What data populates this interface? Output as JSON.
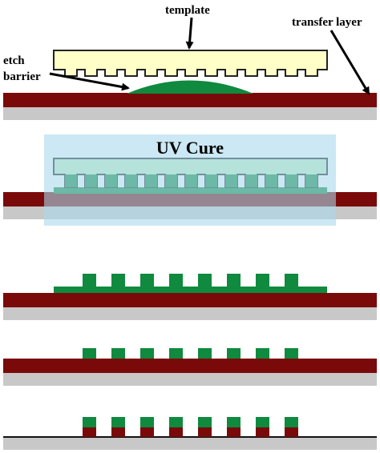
{
  "labels": {
    "template": "template",
    "etch_barrier_line1": "etch",
    "etch_barrier_line2": "barrier",
    "transfer_layer": "transfer layer",
    "uv_cure": "UV Cure"
  },
  "steps": [
    {
      "name": "imprint-setup"
    },
    {
      "name": "uv-cure"
    },
    {
      "name": "template-removed"
    },
    {
      "name": "residual-layer-etched"
    },
    {
      "name": "transfer-layer-etched"
    }
  ],
  "colors": {
    "transfer_layer": "#7a0a0a",
    "substrate": "#c8c8c8",
    "etch_barrier": "#0f8a3e",
    "template_fill": "#ffffc8",
    "template_cured_fill": "#c8f0c0",
    "uv_box": "#a9d8ec",
    "outline": "#222222"
  }
}
